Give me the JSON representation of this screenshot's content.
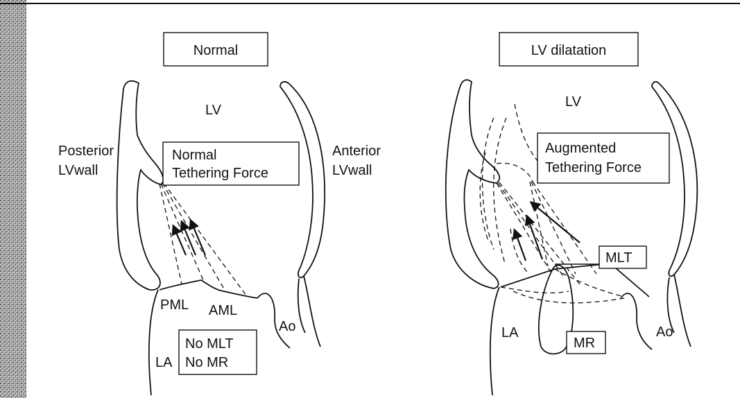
{
  "normal_panel": {
    "title": "Normal",
    "lv": "LV",
    "posterior_1": "Posterior",
    "posterior_2": "LVwall",
    "anterior_1": "Anterior",
    "anterior_2": "LVwall",
    "force_1": "Normal",
    "force_2": "Tethering Force",
    "pml": "PML",
    "aml": "AML",
    "ao": "Ao",
    "la": "LA",
    "status_1": "No MLT",
    "status_2": "No MR"
  },
  "dilatation_panel": {
    "title": "LV dilatation",
    "lv": "LV",
    "force_1": "Augmented",
    "force_2": "Tethering Force",
    "mlt": "MLT",
    "mr": "MR",
    "la": "LA",
    "ao": "Ao"
  }
}
